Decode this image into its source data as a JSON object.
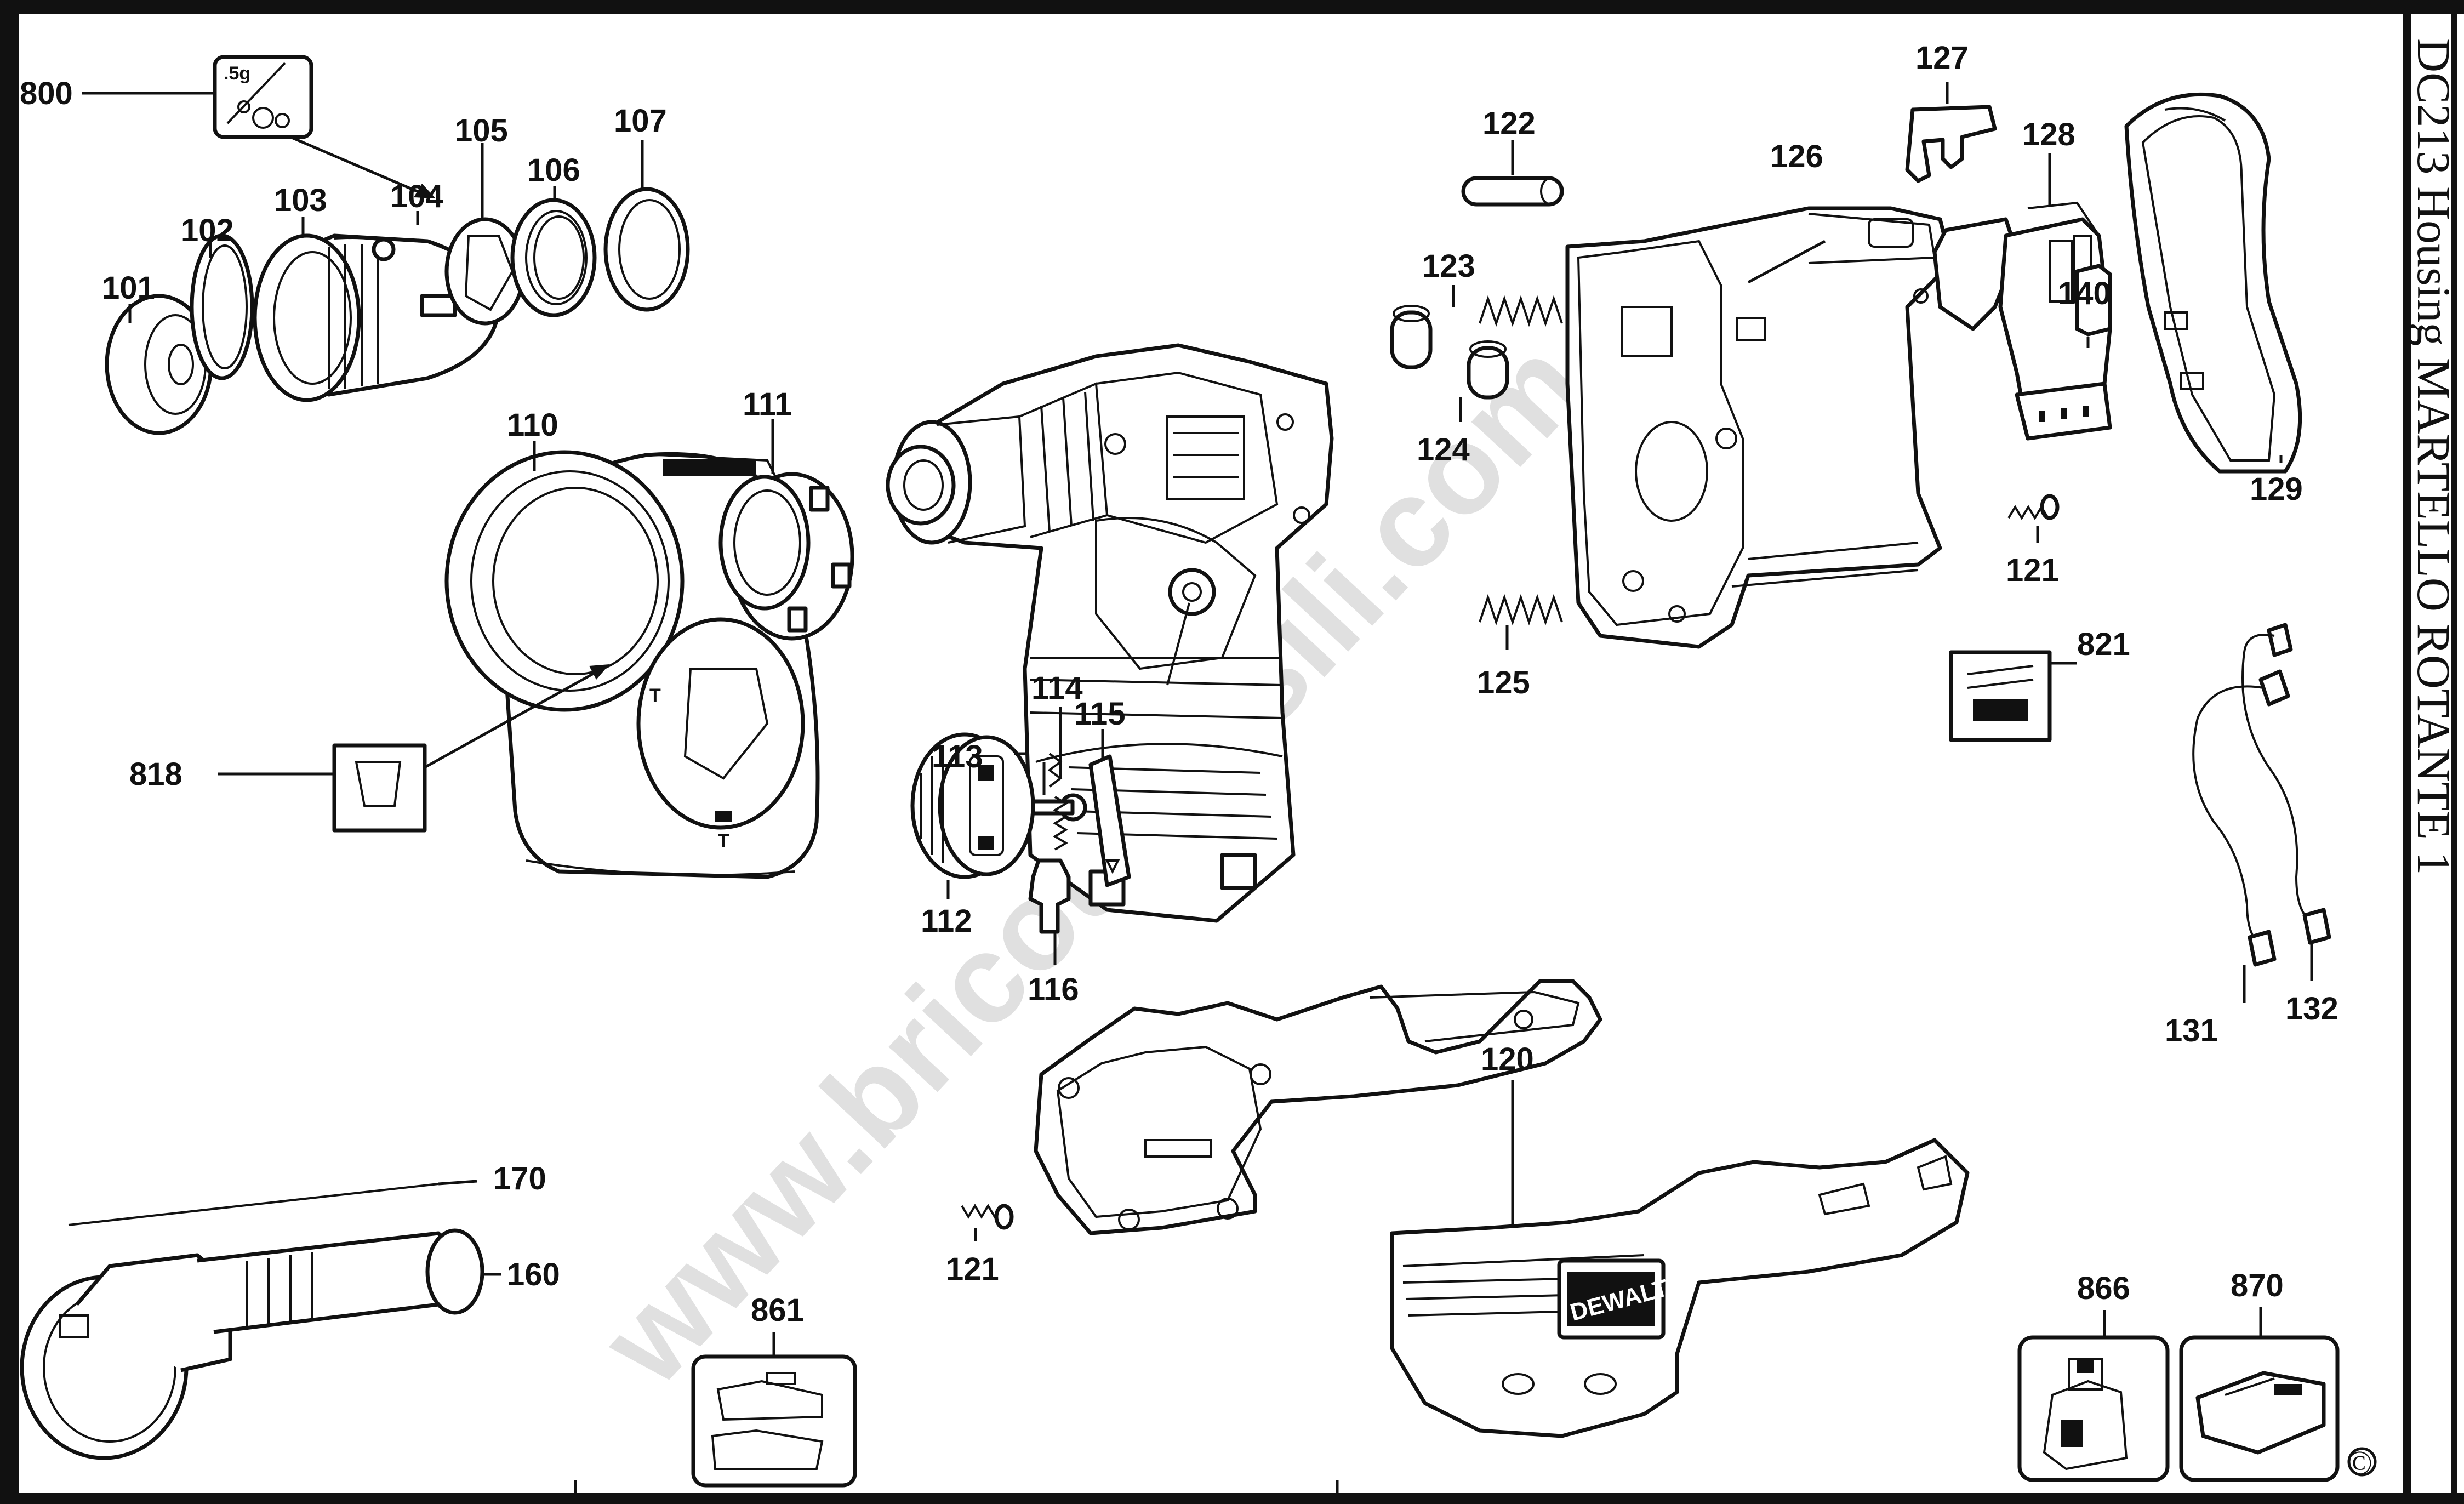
{
  "sheet": {
    "title": "DC213  Housing  MARTELLO ROTANTE 1",
    "watermark": "www.bricoutensili.com",
    "copyright_mark": "©"
  },
  "brand_label": "DEWALT",
  "kit_800_label": ".5g",
  "part_numbers": [
    "800",
    "101",
    "102",
    "103",
    "104",
    "105",
    "106",
    "107",
    "110",
    "818",
    "111",
    "112",
    "113",
    "114",
    "115",
    "116",
    "120",
    "121",
    "121",
    "122",
    "123",
    "124",
    "125",
    "126",
    "127",
    "128",
    "129",
    "131",
    "132",
    "140",
    "160",
    "170",
    "821",
    "861",
    "866",
    "870"
  ]
}
